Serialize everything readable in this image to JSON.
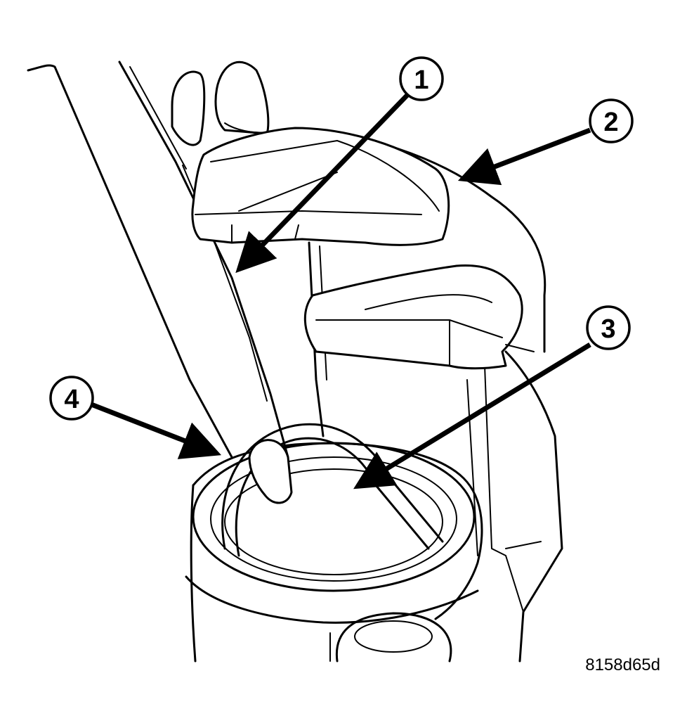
{
  "callouts": [
    {
      "id": "1",
      "label": "1"
    },
    {
      "id": "2",
      "label": "2"
    },
    {
      "id": "3",
      "label": "3"
    },
    {
      "id": "4",
      "label": "4"
    }
  ],
  "reference_code": "8158d65d",
  "colors": {
    "ink": "#000000",
    "paper": "#ffffff"
  }
}
